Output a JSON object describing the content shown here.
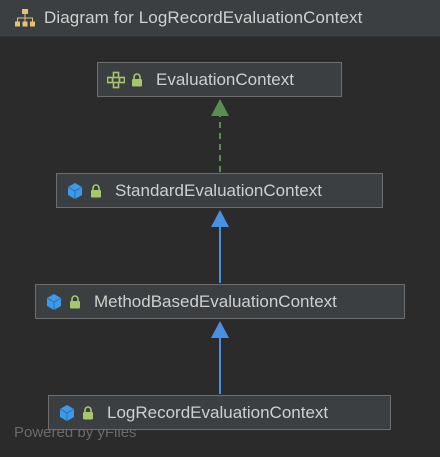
{
  "window": {
    "title": "Diagram for LogRecordEvaluationContext",
    "title_icon": "hierarchy-icon"
  },
  "nodes": [
    {
      "id": "evaluation-context",
      "label": "EvaluationContext",
      "kind": "interface-icon",
      "access": "lock-icon"
    },
    {
      "id": "standard-evaluation-context",
      "label": "StandardEvaluationContext",
      "kind": "class-icon",
      "access": "lock-icon"
    },
    {
      "id": "method-based-evaluation-context",
      "label": "MethodBasedEvaluationContext",
      "kind": "class-icon",
      "access": "lock-icon"
    },
    {
      "id": "log-record-evaluation-context",
      "label": "LogRecordEvaluationContext",
      "kind": "class-icon",
      "access": "lock-icon"
    }
  ],
  "edges": [
    {
      "from": "standard-evaluation-context",
      "to": "evaluation-context",
      "relation": "implements"
    },
    {
      "from": "method-based-evaluation-context",
      "to": "standard-evaluation-context",
      "relation": "extends"
    },
    {
      "from": "log-record-evaluation-context",
      "to": "method-based-evaluation-context",
      "relation": "extends"
    }
  ],
  "watermark": "Powered by yFiles",
  "colors": {
    "background": "#2b2b2b",
    "node_fill": "#3c3f41",
    "node_border": "#6e6e6e",
    "implements_edge": "#5b8c51",
    "extends_edge": "#4a8fe0",
    "class_icon": "#3d9ae8",
    "interface_icon": "#a7c66e",
    "lock_icon": "#a7c66e"
  }
}
